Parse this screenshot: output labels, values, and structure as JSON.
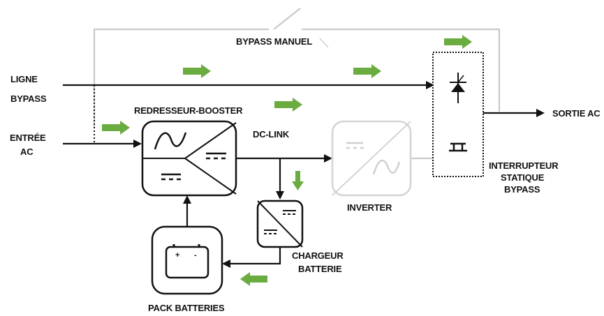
{
  "labels": {
    "bypass_manuel": "BYPASS MANUEL",
    "ligne": "LIGNE",
    "bypass": "BYPASS",
    "entree": "ENTRÉE",
    "ac": "AC",
    "redresseur": "REDRESSEUR-BOOSTER",
    "dc_link": "DC-LINK",
    "sortie_ac": "SORTIE AC",
    "interrupteur": "INTERRUPTEUR",
    "statique": "STATIQUE",
    "bypass_switch": "BYPASS",
    "inverter": "INVERTER",
    "chargeur": "CHARGEUR",
    "batterie": "BATTERIE",
    "pack_batteries": "PACK BATTERIES",
    "battery_plus": "+",
    "battery_minus": "-"
  },
  "colors": {
    "flow_arrow": "#6aac3f",
    "line": "#111111",
    "inactive": "#c9c9c9"
  }
}
